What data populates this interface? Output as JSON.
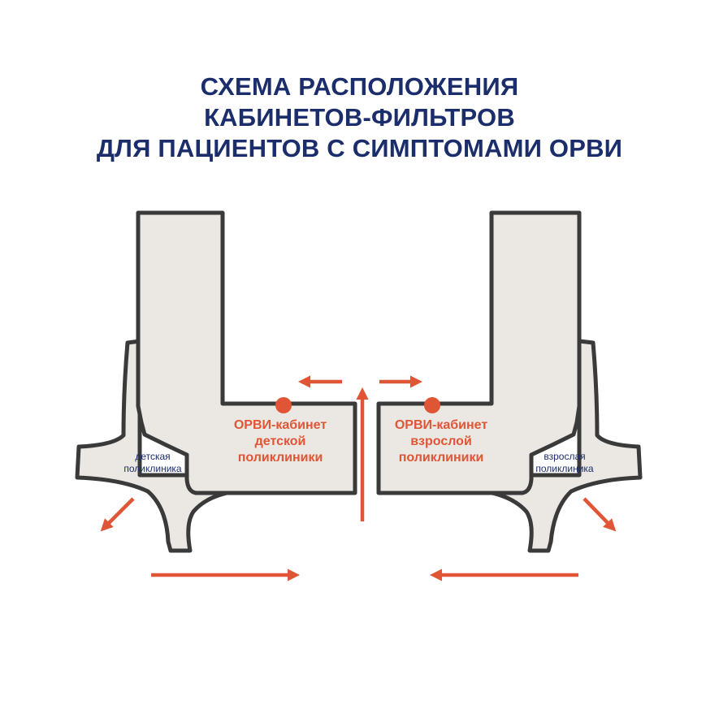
{
  "title": {
    "line1": "СХЕМА РАСПОЛОЖЕНИЯ",
    "line2": "КАБИНЕТОВ-ФИЛЬТРОВ",
    "line3": "ДЛЯ ПАЦИЕНТОВ С СИМПТОМАМИ ОРВИ"
  },
  "colors": {
    "title": "#1b2d6b",
    "accent": "#e05536",
    "building_fill": "#ebe7e3",
    "building_outline": "#3a3a3a"
  },
  "left_building": {
    "room_label": [
      "ОРВИ-кабинет",
      "детской",
      "поликлиники"
    ],
    "clinic_label": [
      "детская",
      "поликлиника"
    ]
  },
  "right_building": {
    "room_label": [
      "ОРВИ-кабинет",
      "взрослой",
      "поликлиники"
    ],
    "clinic_label": [
      "взрослая",
      "поликлиника"
    ]
  },
  "arrows": [
    {
      "name": "arrow-up-center",
      "direction": "up"
    },
    {
      "name": "arrow-left-top",
      "direction": "left"
    },
    {
      "name": "arrow-right-top",
      "direction": "right"
    },
    {
      "name": "arrow-down-left-exit",
      "direction": "down-left"
    },
    {
      "name": "arrow-down-right-exit",
      "direction": "down-right"
    },
    {
      "name": "arrow-right-bottom",
      "direction": "right"
    },
    {
      "name": "arrow-left-bottom",
      "direction": "left"
    }
  ]
}
